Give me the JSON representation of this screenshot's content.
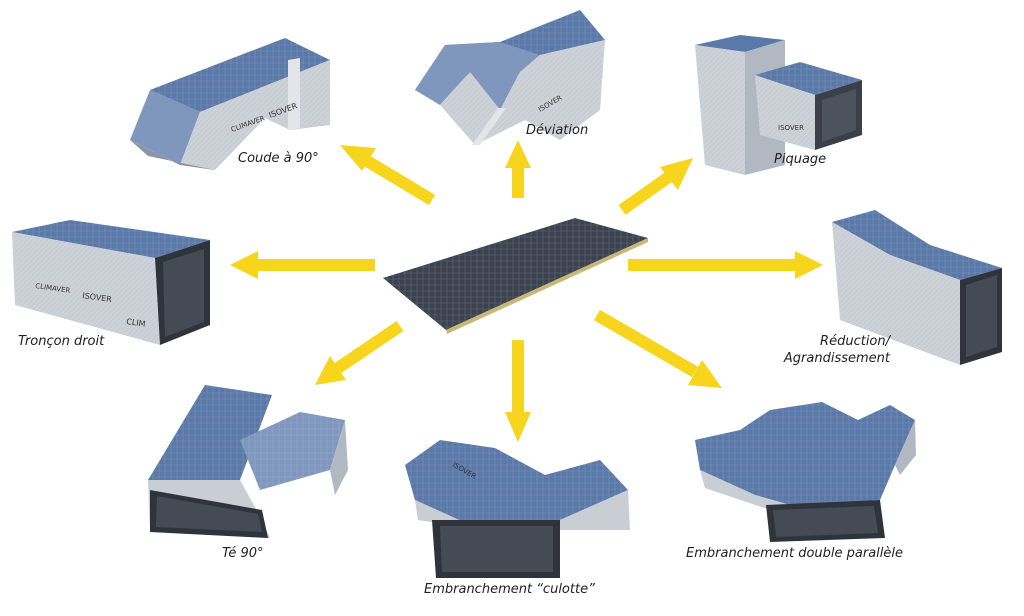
{
  "colors": {
    "arrow": "#f7d51d",
    "panel_top": "#5b79a8",
    "panel_side": "#c9cdd4",
    "panel_shadow": "#8b95a6",
    "center_board": "#3c4350",
    "interior": "#333333"
  },
  "center": {
    "name": "flat-panel-board"
  },
  "labels": {
    "coude": "Coude à 90°",
    "deviation": "Déviation",
    "piquage": "Piquage",
    "troncon": "Tronçon droit",
    "reduction_1": "Réduction/",
    "reduction_2": "Agrandissement",
    "te": "Té 90°",
    "culotte": "Embranchement “culotte”",
    "double": "Embranchement double parallèle"
  },
  "panel_marks": {
    "brand_a": "CLIMAVER",
    "brand_b": "ISOVER",
    "brand_c": "CLIM"
  }
}
